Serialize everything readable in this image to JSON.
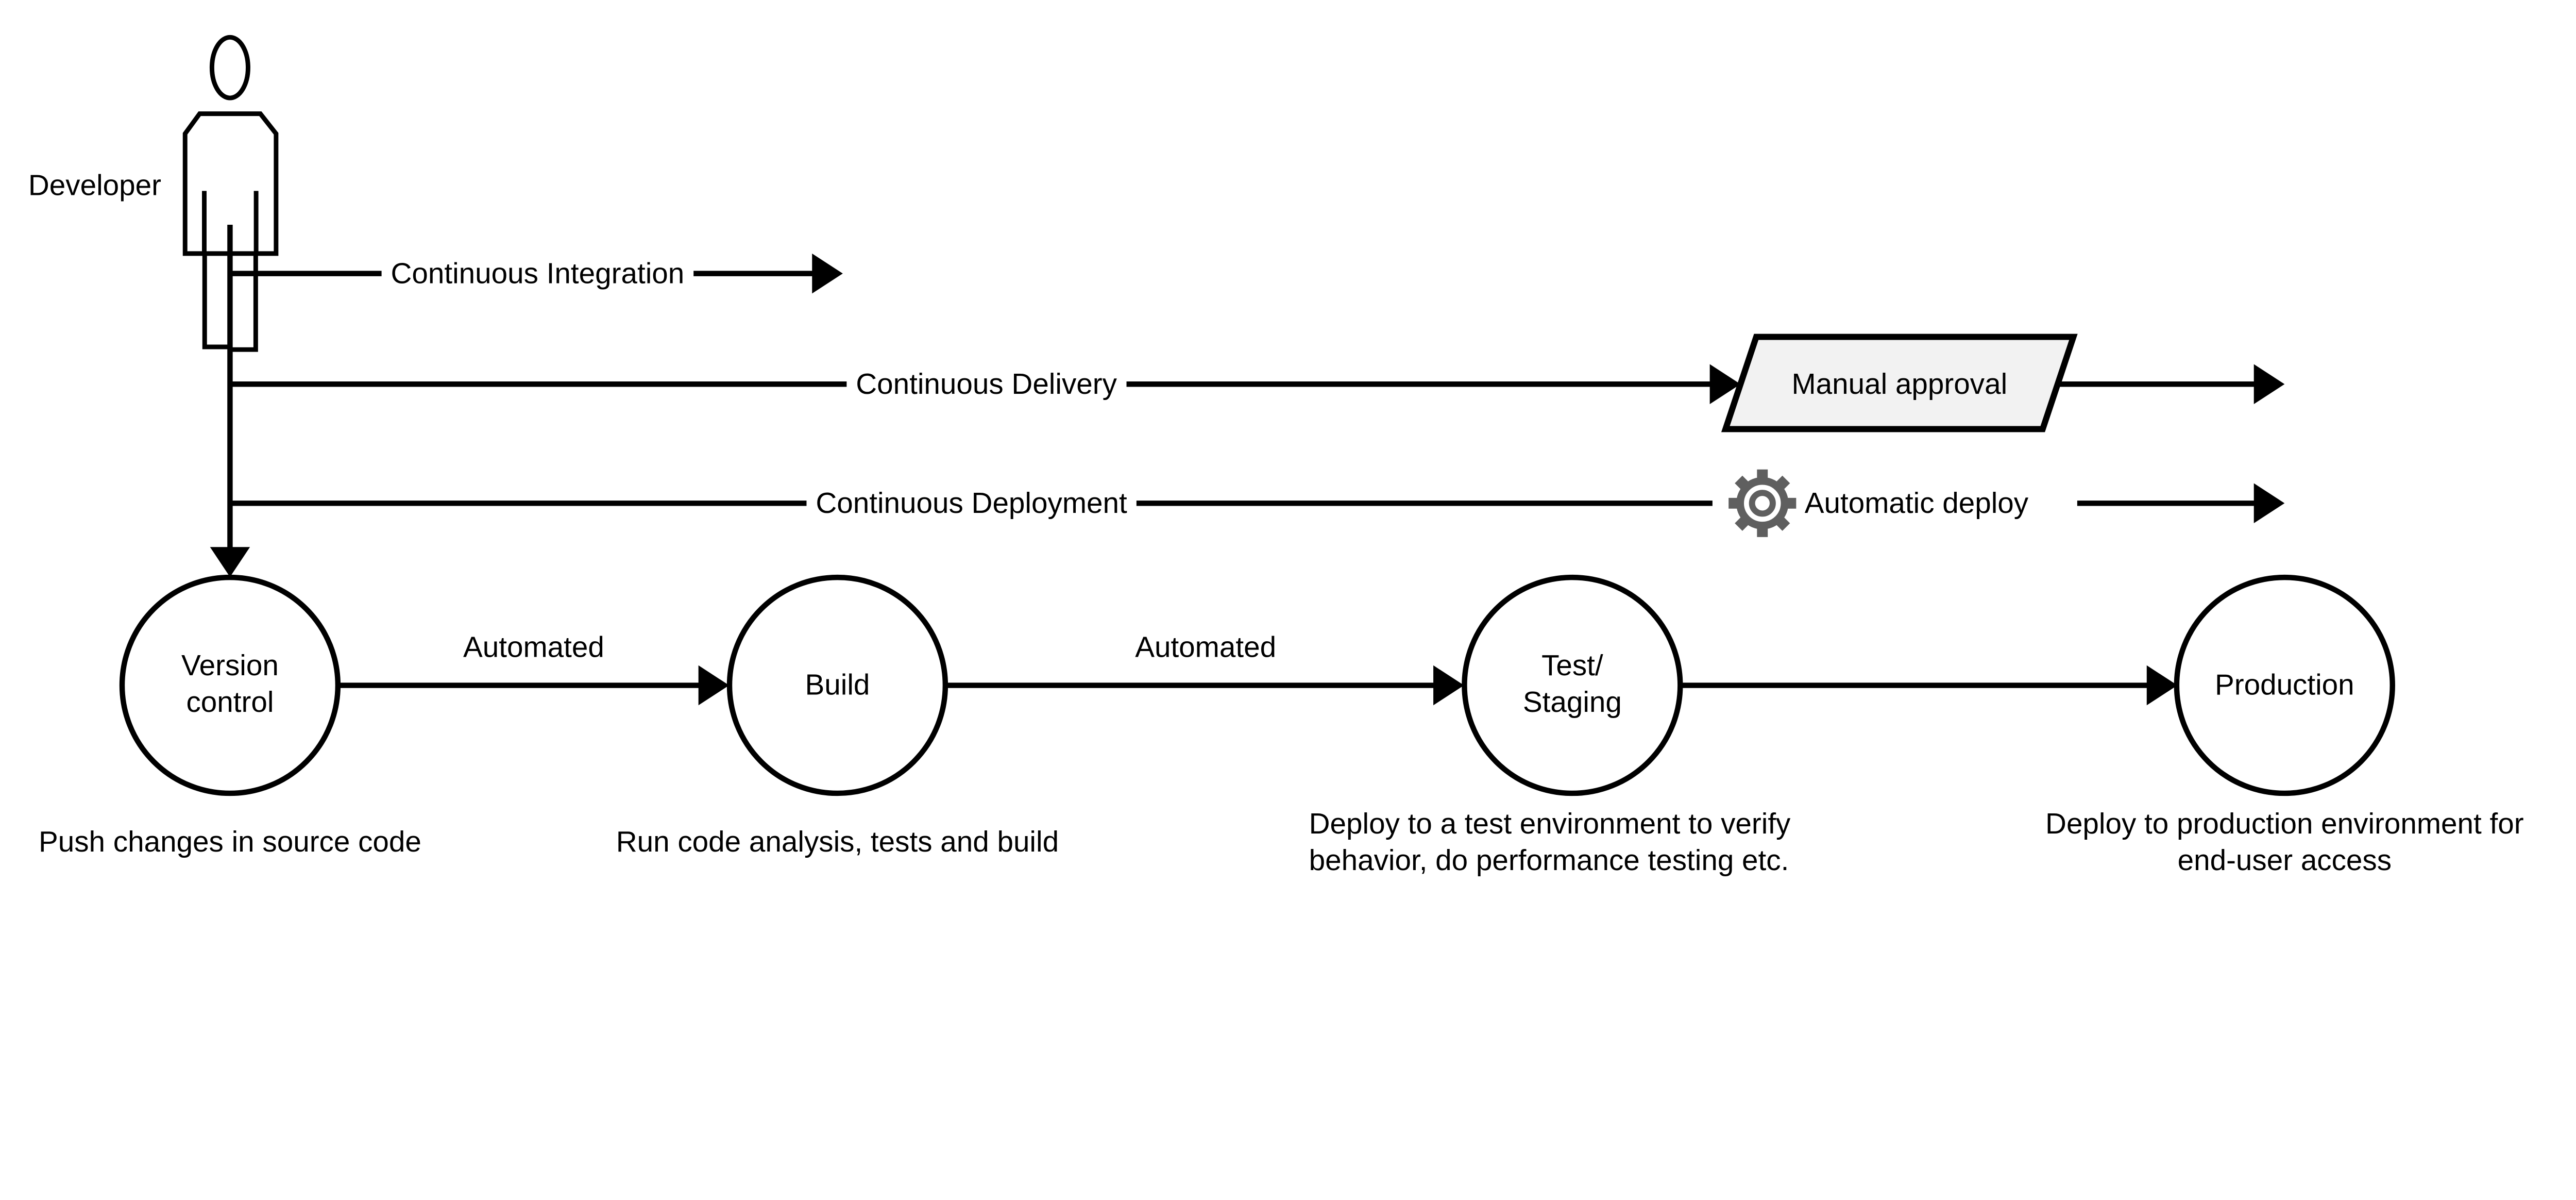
{
  "actor": {
    "label": "Developer"
  },
  "lanes": {
    "ci": {
      "label": "Continuous Integration"
    },
    "cd": {
      "label": "Continuous Delivery"
    },
    "cdep": {
      "label": "Continuous Deployment"
    }
  },
  "manual_approval": {
    "label": "Manual approval"
  },
  "automatic_deploy": {
    "label": "Automatic deploy"
  },
  "edges": {
    "vc_build_label": "Automated",
    "build_test_label": "Automated"
  },
  "stages": {
    "version_control": {
      "name_line1": "Version",
      "name_line2": "control",
      "caption": "Push changes in source code"
    },
    "build": {
      "name": "Build",
      "caption": "Run code analysis, tests and build"
    },
    "test_staging": {
      "name_line1": "Test/",
      "name_line2": "Staging",
      "caption_line1": "Deploy to a test environment to verify",
      "caption_line2": "behavior, do performance testing etc."
    },
    "production": {
      "name": "Production",
      "caption_line1": "Deploy to production environment for",
      "caption_line2": "end-user access"
    }
  },
  "icons": {
    "developer": "actor-person-icon",
    "automatic_deploy": "gear-icon"
  },
  "colors": {
    "background": "#ffffff",
    "line": "#000000",
    "text": "#000000",
    "gear": "#5f5f5f",
    "approval_fill": "#f2f2f2"
  }
}
